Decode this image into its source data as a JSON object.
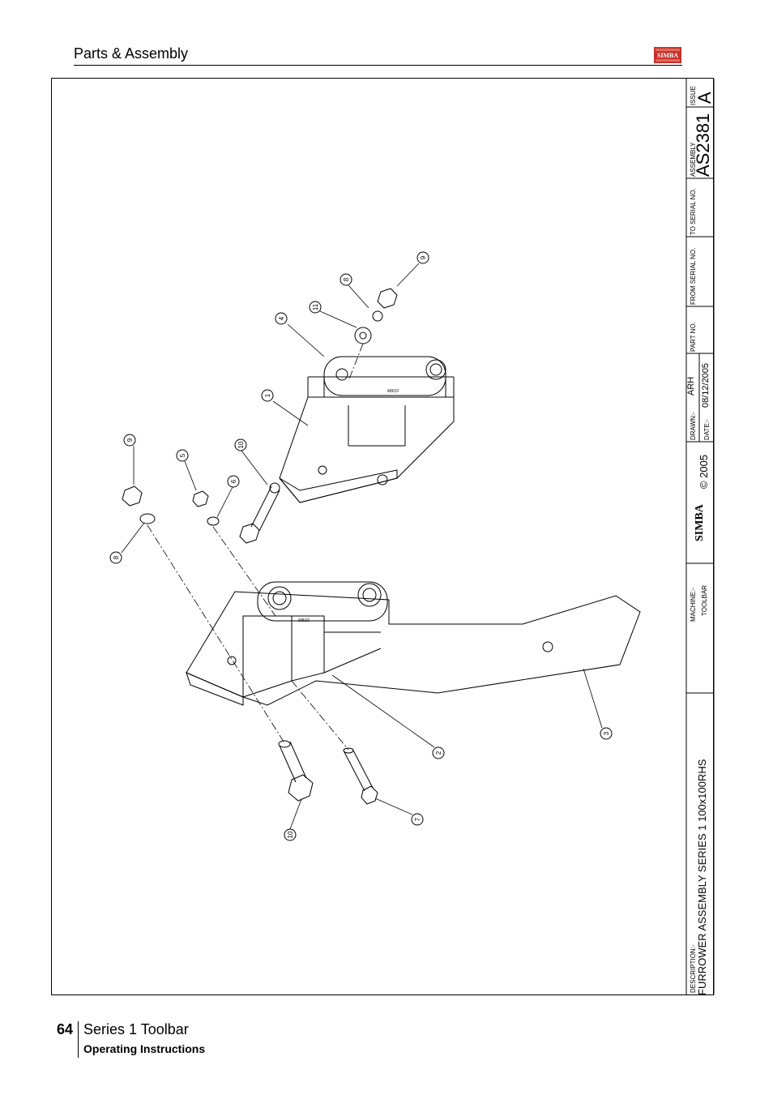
{
  "header": {
    "title": "Parts & Assembly",
    "logo_text": "SIMBA"
  },
  "title_block": {
    "issue_label": "ISSUE",
    "issue": "A",
    "assembly_label": "ASSEMBLY",
    "assembly_no": "AS2381",
    "to_serial_label": "TO SERIAL NO.",
    "from_serial_label": "FROM SERIAL NO.",
    "part_no_label": "PART NO.",
    "drawn_label": "DRAWN:-",
    "drawn_by": "ARH",
    "date_label": "DATE:-",
    "date": "08/12/2005",
    "company": "SIMBA",
    "copyright": "© 2005",
    "machine_label": "MACHINE:-",
    "machine": "TOOLBAR",
    "description_label": "DESCRIPTION:-",
    "description": "FURROWER ASSEMBLY SERIES 1 100x100RHS"
  },
  "drawing": {
    "balloons": [
      "1",
      "2",
      "3",
      "4",
      "5",
      "6",
      "7",
      "8",
      "8",
      "9",
      "9",
      "10",
      "10",
      "11"
    ],
    "plate_mark": "M8/10"
  },
  "footer": {
    "page_number": "64",
    "title": "Series 1 Toolbar",
    "subtitle": "Operating Instructions"
  },
  "colors": {
    "line": "#000000",
    "logo_red": "#c8302a"
  }
}
